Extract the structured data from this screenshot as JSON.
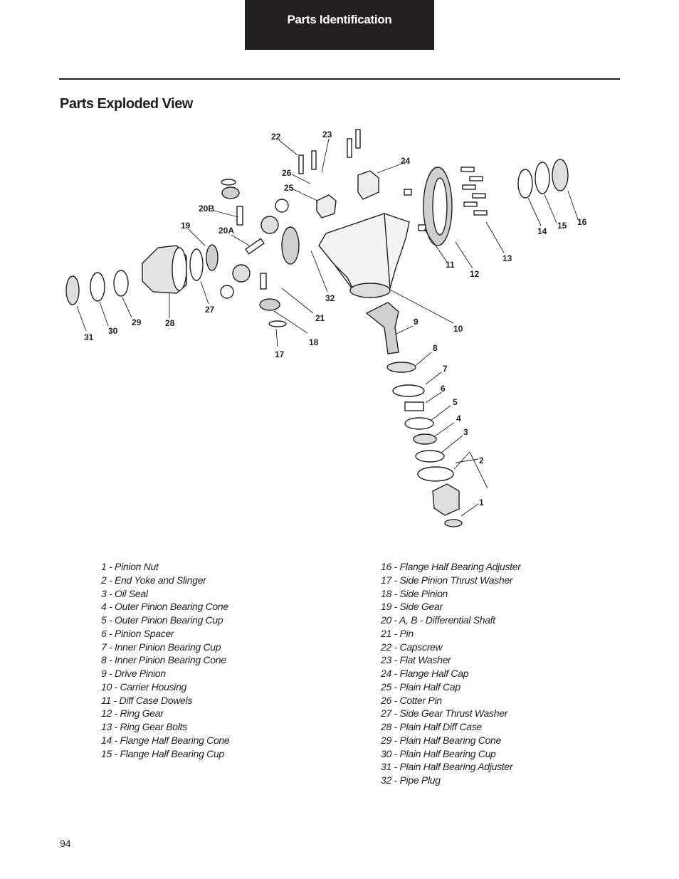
{
  "header": {
    "tab_label": "Parts Identification"
  },
  "section": {
    "title": "Parts Exploded View"
  },
  "callouts": [
    "1",
    "2",
    "3",
    "4",
    "5",
    "6",
    "7",
    "8",
    "9",
    "10",
    "11",
    "12",
    "13",
    "14",
    "15",
    "16",
    "17",
    "18",
    "19",
    "20A",
    "20B",
    "21",
    "22",
    "23",
    "24",
    "25",
    "26",
    "27",
    "28",
    "29",
    "30",
    "31",
    "32"
  ],
  "parts_left": [
    "1 - Pinion Nut",
    "2 - End Yoke and Slinger",
    "3 - Oil Seal",
    "4 - Outer Pinion Bearing Cone",
    "5 - Outer Pinion Bearing Cup",
    "6 - Pinion Spacer",
    "7 - Inner Pinion Bearing Cup",
    "8 - Inner Pinion Bearing Cone",
    "9 - Drive Pinion",
    "10 - Carrier Housing",
    "11 - Diff Case Dowels",
    "12 - Ring Gear",
    "13 - Ring Gear Bolts",
    "14 - Flange Half Bearing Cone",
    "15 - Flange Half Bearing Cup"
  ],
  "parts_right": [
    "16 - Flange Half Bearing Adjuster",
    "17 - Side Pinion Thrust Washer",
    "18 - Side Pinion",
    "19 - Side Gear",
    "20 - A, B - Differential Shaft",
    "21 - Pin",
    "22 - Capscrew",
    "23 - Flat Washer",
    "24 - Flange Half Cap",
    "25 - Plain Half Cap",
    "26 - Cotter Pin",
    "27 - Side Gear Thrust Washer",
    "28 - Plain Half Diff Case",
    "29 - Plain Half Bearing Cone",
    "30 - Plain Half Bearing Cup",
    "31 - Plain Half Bearing Adjuster",
    "32 - Pipe Plug"
  ],
  "footer": {
    "page_number": "94"
  }
}
